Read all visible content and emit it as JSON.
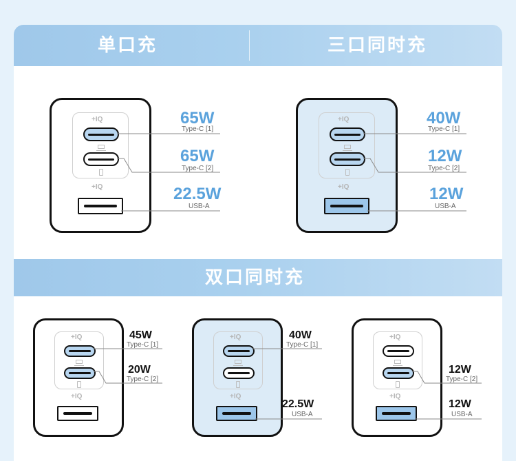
{
  "headers": {
    "single": "单口充",
    "triple": "三口同时充",
    "dual": "双口同时充"
  },
  "iq_mark": "+IQ",
  "single": {
    "ports": [
      {
        "watt": "65W",
        "label": "Type-C [1]"
      },
      {
        "watt": "65W",
        "label": "Type-C [2]"
      },
      {
        "watt": "22.5W",
        "label": "USB-A"
      }
    ]
  },
  "triple": {
    "ports": [
      {
        "watt": "40W",
        "label": "Type-C [1]"
      },
      {
        "watt": "12W",
        "label": "Type-C [2]"
      },
      {
        "watt": "12W",
        "label": "USB-A"
      }
    ]
  },
  "dual1": {
    "ports": [
      {
        "watt": "45W",
        "label": "Type-C [1]"
      },
      {
        "watt": "20W",
        "label": "Type-C [2]"
      }
    ]
  },
  "dual2": {
    "ports": [
      {
        "watt": "40W",
        "label": "Type-C [1]"
      },
      {
        "watt": "22.5W",
        "label": "USB-A"
      }
    ]
  },
  "dual3": {
    "ports": [
      {
        "watt": "12W",
        "label": "Type-C [2]"
      },
      {
        "watt": "12W",
        "label": "USB-A"
      }
    ]
  },
  "colors": {
    "accent_blue": "#5aa2dc",
    "active_port": "#b8d6f0",
    "header_blue": "#a9d0ee"
  }
}
